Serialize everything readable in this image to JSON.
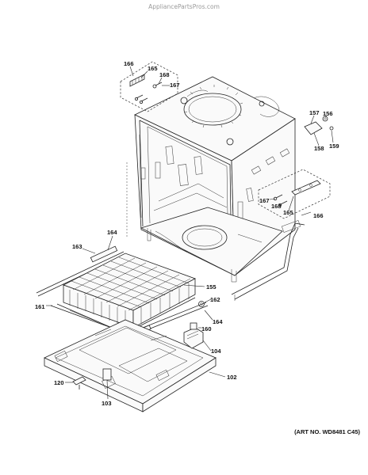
{
  "watermark": "AppliancePartsPros.com",
  "art_number": "(ART NO. WD8481 C45)",
  "callouts": {
    "c166_top": "166",
    "c165_top": "165",
    "c168_top": "168",
    "c167_top": "167",
    "c157": "157",
    "c156": "156",
    "c158": "158",
    "c159": "159",
    "c167_right": "167",
    "c168_right": "168",
    "c165_right": "165",
    "c166_right": "166",
    "c163": "163",
    "c164_top": "164",
    "c155": "155",
    "c161": "161",
    "c162": "162",
    "c164_right": "164",
    "c160": "160",
    "c104": "104",
    "c102": "102",
    "c120": "120",
    "c103": "103"
  }
}
